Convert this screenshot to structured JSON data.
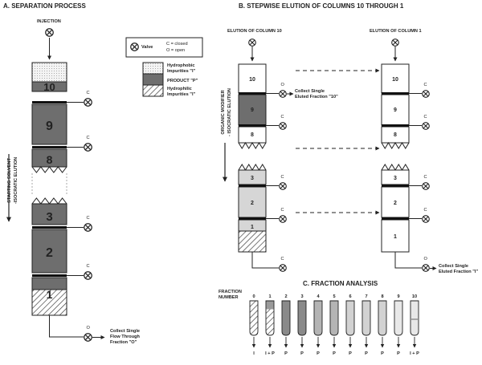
{
  "panel_a": {
    "title": "A. SEPARATION PROCESS",
    "injection_label": "INJECTION",
    "side_label_1": "STARTING SOLVENT",
    "side_label_2": "-ISOCRATIC ELUTION",
    "segment_numbers": [
      "10",
      "9",
      "8",
      "3",
      "2",
      "1"
    ],
    "outlet_label_1": "Collect Single",
    "outlet_label_2": "Flow Through",
    "outlet_label_3": "Fraction \"O\""
  },
  "legend": {
    "valve_label": "Valve",
    "closed_text": "C = closed",
    "open_text": "O = open",
    "hydrophobic_1": "Hydrophobic",
    "hydrophobic_2": "Impurities \"I\"",
    "product": "PRODUCT \"P\"",
    "hydrophilic_1": "Hydrophilic",
    "hydrophilic_2": "Impurities \"I\""
  },
  "panel_b": {
    "title": "B. STEPWISE ELUTION OF COLUMNS 10 THROUGH 1",
    "col10_label": "ELUTION OF COLUMN 10",
    "col1_label": "ELUTION OF COLUMN 1",
    "side_label_1": "ORGANIC MODIFIER",
    "side_label_2": "- ISOCRATIC ELUTION",
    "fraction10_1": "Collect Single",
    "fraction10_2": "Eluted Fraction \"10\"",
    "fraction1_1": "Collect Single",
    "fraction1_2": "Eluted Fraction \"I\"",
    "segment_numbers": [
      "10",
      "9",
      "8",
      "3",
      "2",
      "1"
    ]
  },
  "valve_letters": {
    "closed": "C",
    "open": "O"
  },
  "panel_c": {
    "title": "C. FRACTION ANALYSIS",
    "axis_label_1": "FRACTION",
    "axis_label_2": "NUMBER",
    "fractions": [
      {
        "number": "0",
        "content": "I"
      },
      {
        "number": "1",
        "content": "I + P"
      },
      {
        "number": "2",
        "content": "P"
      },
      {
        "number": "3",
        "content": "P"
      },
      {
        "number": "4",
        "content": "P"
      },
      {
        "number": "5",
        "content": "P"
      },
      {
        "number": "6",
        "content": "P"
      },
      {
        "number": "7",
        "content": "P"
      },
      {
        "number": "8",
        "content": "P"
      },
      {
        "number": "9",
        "content": "P"
      },
      {
        "number": "10",
        "content": "I + P"
      }
    ]
  },
  "colors": {
    "product": "#6e6e6e",
    "product_light": "#d6d6d6",
    "hydrophobic": "#e6e6e6",
    "outline": "#222222"
  }
}
